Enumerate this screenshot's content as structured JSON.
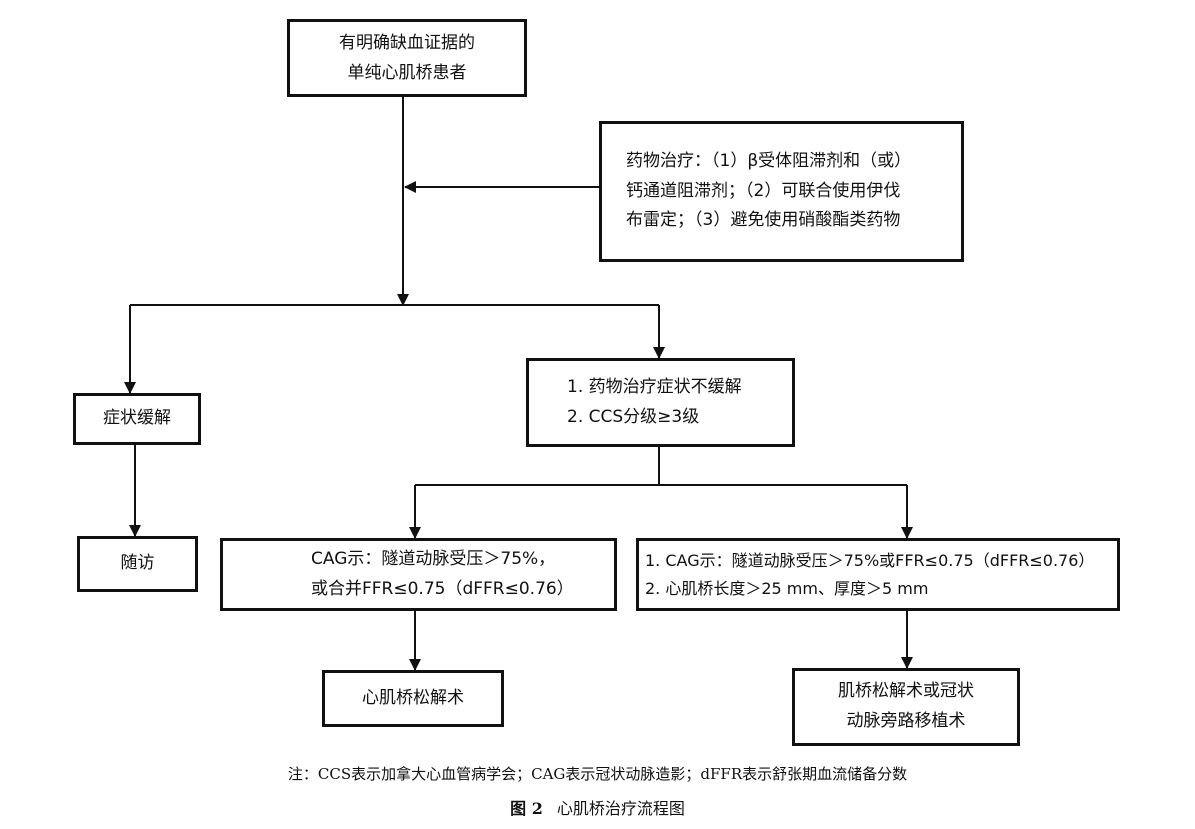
{
  "diagram": {
    "nodes": {
      "start": {
        "lines": [
          "有明确缺血证据的",
          "单纯心肌桥患者"
        ]
      },
      "medication": {
        "lines": [
          "药物治疗：（1）β受体阻滞剂和（或）",
          "钙通道阻滞剂；（2）可联合使用伊伐",
          "布雷定；（3）避免使用硝酸酯类药物"
        ]
      },
      "relieved": {
        "lines": [
          "症状缓解"
        ]
      },
      "not_relieved": {
        "lines": [
          "1. 药物治疗症状不缓解",
          "2. CCS分级≥3级"
        ]
      },
      "followup": {
        "lines": [
          "随访"
        ]
      },
      "cag_compression": {
        "lines": [
          "CAG示：隧道动脉受压＞75%，",
          "或合并FFR≤0.75（dFFR≤0.76）"
        ]
      },
      "cag_bridge_length": {
        "lines": [
          "1. CAG示：隧道动脉受压＞75%或FFR≤0.75（dFFR≤0.76）",
          "2. 心肌桥长度＞25 mm、厚度＞5 mm"
        ]
      },
      "myotomy": {
        "lines": [
          "心肌桥松解术"
        ]
      },
      "myotomy_or_cabg": {
        "lines": [
          "肌桥松解术或冠状",
          "动脉旁路移植术"
        ]
      }
    }
  },
  "note": "注：CCS表示加拿大心血管病学会；CAG表示冠状动脉造影；dFFR表示舒张期血流储备分数",
  "figure_caption": {
    "number": "图 2",
    "title": "心肌桥治疗流程图"
  }
}
